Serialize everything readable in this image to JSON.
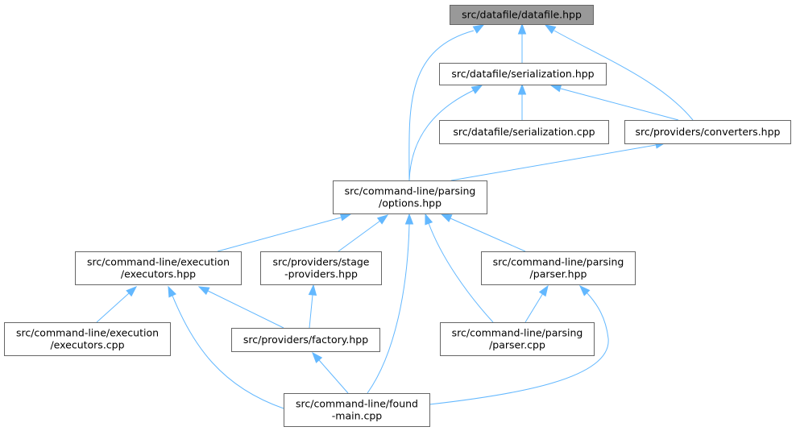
{
  "diagram": {
    "colors": {
      "edge": "#63b8ff",
      "node_border": "#666666",
      "root_fill": "#999999",
      "node_fill": "#ffffff"
    },
    "nodes": [
      {
        "id": "datafile_hpp",
        "lines": [
          "src/datafile/datafile.hpp"
        ],
        "root": true
      },
      {
        "id": "serialization_hpp",
        "lines": [
          "src/datafile/serialization.hpp"
        ]
      },
      {
        "id": "serialization_cpp",
        "lines": [
          "src/datafile/serialization.cpp"
        ]
      },
      {
        "id": "converters_hpp",
        "lines": [
          "src/providers/converters.hpp"
        ]
      },
      {
        "id": "options_hpp",
        "lines": [
          "src/command-line/parsing",
          "/options.hpp"
        ]
      },
      {
        "id": "executors_hpp",
        "lines": [
          "src/command-line/execution",
          "/executors.hpp"
        ]
      },
      {
        "id": "stage_providers_hpp",
        "lines": [
          "src/providers/stage",
          "-providers.hpp"
        ]
      },
      {
        "id": "parser_hpp",
        "lines": [
          "src/command-line/parsing",
          "/parser.hpp"
        ]
      },
      {
        "id": "executors_cpp",
        "lines": [
          "src/command-line/execution",
          "/executors.cpp"
        ]
      },
      {
        "id": "factory_hpp",
        "lines": [
          "src/providers/factory.hpp"
        ]
      },
      {
        "id": "parser_cpp",
        "lines": [
          "src/command-line/parsing",
          "/parser.cpp"
        ]
      },
      {
        "id": "found_main_cpp",
        "lines": [
          "src/command-line/found",
          "-main.cpp"
        ]
      }
    ],
    "edges": [
      {
        "from": "serialization_hpp",
        "to": "datafile_hpp"
      },
      {
        "from": "options_hpp",
        "to": "datafile_hpp"
      },
      {
        "from": "converters_hpp",
        "to": "datafile_hpp"
      },
      {
        "from": "serialization_cpp",
        "to": "serialization_hpp"
      },
      {
        "from": "converters_hpp",
        "to": "serialization_hpp"
      },
      {
        "from": "options_hpp",
        "to": "serialization_hpp"
      },
      {
        "from": "options_hpp",
        "to": "converters_hpp"
      },
      {
        "from": "executors_hpp",
        "to": "options_hpp"
      },
      {
        "from": "stage_providers_hpp",
        "to": "options_hpp"
      },
      {
        "from": "parser_hpp",
        "to": "options_hpp"
      },
      {
        "from": "parser_cpp",
        "to": "options_hpp"
      },
      {
        "from": "found_main_cpp",
        "to": "options_hpp"
      },
      {
        "from": "executors_cpp",
        "to": "executors_hpp"
      },
      {
        "from": "factory_hpp",
        "to": "executors_hpp"
      },
      {
        "from": "found_main_cpp",
        "to": "executors_hpp"
      },
      {
        "from": "factory_hpp",
        "to": "stage_providers_hpp"
      },
      {
        "from": "parser_cpp",
        "to": "parser_hpp"
      },
      {
        "from": "found_main_cpp",
        "to": "parser_hpp"
      },
      {
        "from": "found_main_cpp",
        "to": "factory_hpp"
      }
    ]
  }
}
